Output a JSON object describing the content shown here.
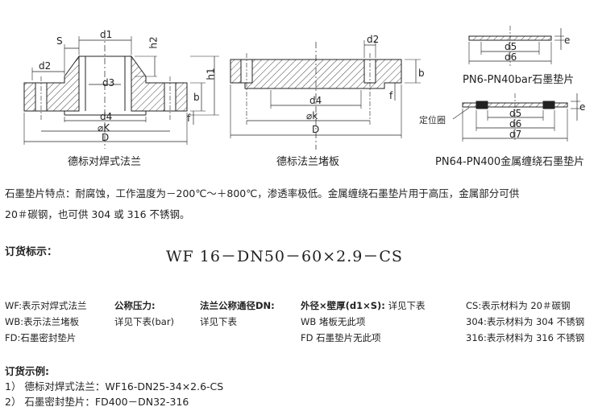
{
  "drawings": {
    "wf": {
      "caption": "德标对焊式法兰",
      "labels": {
        "s": "S",
        "d1": "d1",
        "h2": "h2",
        "d2": "d2",
        "d3": "d3",
        "h1": "h1",
        "b": "b",
        "f": "f",
        "d4": "d4",
        "k": "⌀K",
        "D": "D"
      }
    },
    "wb": {
      "caption": "德标法兰堵板",
      "labels": {
        "d2": "d2",
        "b": "b",
        "f": "f",
        "d4": "d4",
        "k": "⌀k",
        "D": "D"
      }
    },
    "fd1": {
      "caption": "PN6-PN40bar石墨垫片",
      "labels": {
        "d5": "d5",
        "d6": "d6",
        "e": "e"
      }
    },
    "fd2": {
      "caption": "PN64-PN400金属缠绕石墨垫片",
      "labels": {
        "locating_ring": "定位圈",
        "d5": "d5",
        "d6": "d6",
        "d7": "d7",
        "e": "e"
      }
    }
  },
  "description": {
    "line1": "石墨垫片特点：耐腐蚀，工作温度为－200℃～＋800℃，渗透率极低。金属缠绕石墨垫片用于高压，金属部分可供",
    "line2": "20＃碳钢，也可供 304 或 316 不锈钢。"
  },
  "ordering": {
    "title": "订货标示：",
    "code": {
      "p1": "WF",
      "p2": "16",
      "dash1": "－",
      "p3": "DN50",
      "dash2": "－",
      "p4": "60×2.9",
      "dash3": "－",
      "p5": "CS"
    },
    "legend": {
      "col1": [
        "WF:表示对焊式法兰",
        "WB:表示法兰堵板",
        "FD:石墨密封垫片"
      ],
      "col2": {
        "title": "公称压力:",
        "sub": "详见下表(bar)"
      },
      "col3": {
        "title": "法兰公称通径DN:",
        "sub": "详见下表"
      },
      "col4": {
        "title": "外径×壁厚(d1×S):",
        "title_note": "详见下表",
        "sub1": "WB 堵板无此项",
        "sub2": "FD 石墨垫片无此项"
      },
      "col5": [
        "CS:表示材料为 20＃碳钢",
        "304:表示材料为 304 不锈钢",
        "316:表示材料为 316 不锈钢"
      ]
    }
  },
  "examples": {
    "title": "订货示例:",
    "items": [
      "1） 德标对焊式法兰：WF16-DN25-34×2.6-CS",
      "2） 石墨密封垫片：FD400－DN32-316"
    ]
  }
}
